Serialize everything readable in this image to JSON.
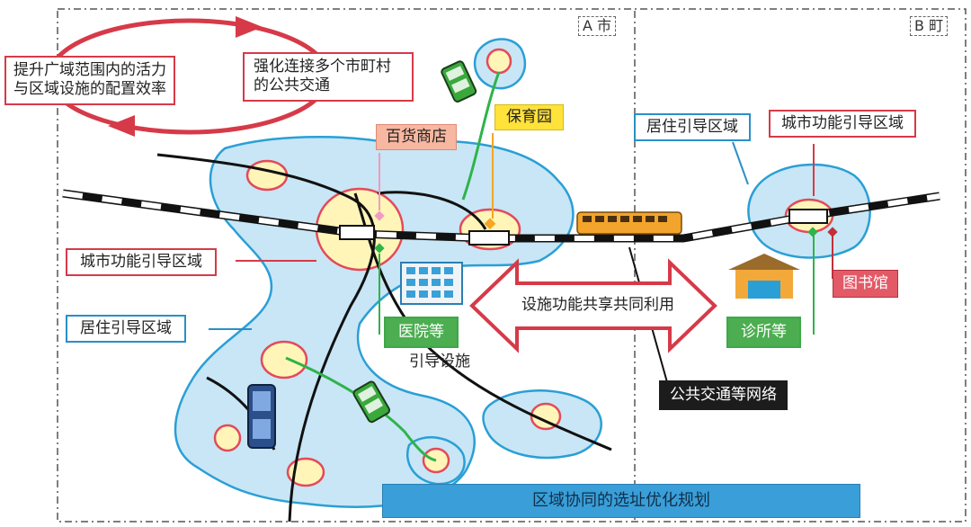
{
  "tags": {
    "city_a": "A 市",
    "town_b": "B 町"
  },
  "top_left_box": {
    "line1": "提升广域范围内的活力",
    "line2": "与区域设施的配置效率"
  },
  "top_mid_box": {
    "line1": "强化连接多个市町村",
    "line2": "的公共交通"
  },
  "facilities": {
    "department_store": "百货商店",
    "nursery": "保育园",
    "hospital": "医院等",
    "clinic": "诊所等",
    "library": "图书馆"
  },
  "labels": {
    "urban_zone_left": "城市功能引导区域",
    "residential_zone_left": "居住引导区域",
    "residential_zone_right": "居住引导区域",
    "urban_zone_right": "城市功能引导区域",
    "guided_facilities": "引导设施",
    "shared_use": "设施功能共享共同利用",
    "transport_network": "公共交通等网络"
  },
  "banner": "区域协同的选址优化规划",
  "colors": {
    "zone_fill": "#c8e6f5",
    "zone_stroke": "#2a9fd6",
    "center_fill": "#fff5b8",
    "center_stroke": "#e34a5a",
    "route_green": "#2fb34a",
    "label_red": "#d63a48",
    "label_blue": "#2a8fc7"
  }
}
